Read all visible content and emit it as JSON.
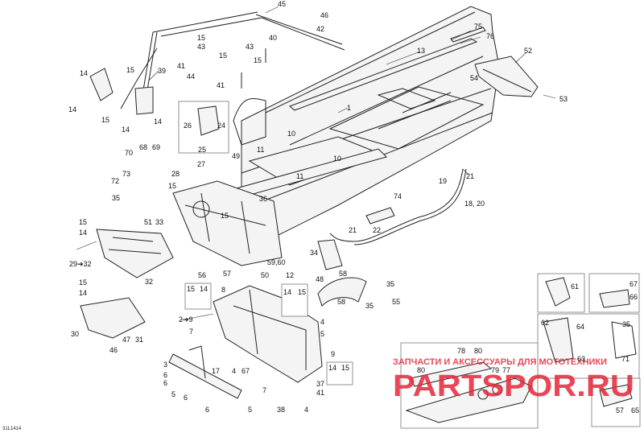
{
  "diagram_id": "31L1414",
  "watermark": {
    "top_text": "ЗАПЧАСТИ И АКСЕССУАРЫ ДЛЯ МОТОТЕХНИКИ",
    "logo_text": "PARTSPOR.RU",
    "color": "#e6263a"
  },
  "callouts": {
    "c1": "1",
    "c2": "2",
    "c3": "3",
    "c4": "4",
    "c5": "5",
    "c6": "6",
    "c7": "7",
    "c8": "8",
    "c9": "9",
    "c10": "10",
    "c11": "11",
    "c12": "12",
    "c13": "13",
    "c14": "14",
    "c15": "15",
    "c17": "17",
    "c21": "21",
    "c22": "22",
    "c24": "24",
    "c25": "25",
    "c26": "26",
    "c27": "27",
    "c28": "28",
    "c29_32": "29➔32",
    "c30": "30",
    "c31": "31",
    "c32": "32",
    "c33": "33",
    "c34": "34",
    "c35": "35",
    "c36": "36",
    "c37": "37",
    "c38": "38",
    "c39": "39",
    "c40": "40",
    "c41": "41",
    "c42": "42",
    "c43": "43",
    "c44": "44",
    "c45": "45",
    "c46": "46",
    "c47": "47",
    "c48": "48",
    "c49": "49",
    "c50": "50",
    "c51": "51",
    "c52": "52",
    "c53": "53",
    "c54": "54",
    "c55": "55",
    "c56": "56",
    "c57": "57",
    "c58": "58",
    "c59_60": "59,60",
    "c61": "61",
    "c62": "62",
    "c63": "63",
    "c64": "64",
    "c65": "65",
    "c66": "66",
    "c67": "67",
    "c68": "68",
    "c69": "69",
    "c70": "70",
    "c71": "71",
    "c72": "72",
    "c73": "73",
    "c74": "74",
    "c75": "75",
    "c76": "76",
    "c77": "77",
    "c78": "78",
    "c79": "79",
    "c80": "80",
    "c2_9": "2➔9",
    "c18_20": "18, 20",
    "c19": "19"
  }
}
